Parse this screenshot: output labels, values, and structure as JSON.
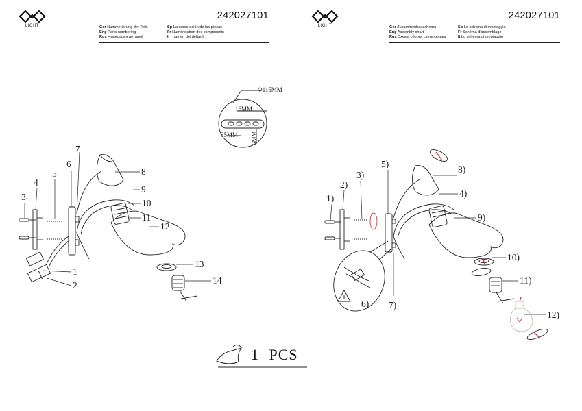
{
  "left_header": {
    "logo_text": "LIGHT",
    "code": "242027101",
    "lines": [
      {
        "c1_lang": "Ger",
        "c1_text": "Nummerierung der Teile",
        "c2_lang": "Sp",
        "c2_text": "La numeración de las piezas"
      },
      {
        "c1_lang": "Eng",
        "c1_text": "Parts numbering",
        "c2_lang": "Fr",
        "c2_text": "Numérotation des composants"
      },
      {
        "c1_lang": "Rus",
        "c1_text": "Нумерация деталей",
        "c2_lang": "It",
        "c2_text": "I numeri dei dettagli"
      }
    ]
  },
  "right_header": {
    "logo_text": "LIGHT",
    "code": "242027101",
    "lines": [
      {
        "c1_lang": "Ger",
        "c1_text": "Zusammenbauschema",
        "c2_lang": "Sp",
        "c2_text": "Lo schema di montaggio"
      },
      {
        "c1_lang": "Eng",
        "c1_text": "Assembly chart",
        "c2_lang": "Fr",
        "c2_text": "Schéma d'assemblage"
      },
      {
        "c1_lang": "Rus",
        "c1_text": "Схема сборки светильника",
        "c2_lang": "It",
        "c2_text": "Lo schema di montaggio"
      }
    ]
  },
  "dimensions": {
    "diameter": "Φ115MM",
    "slot_spacing": "16MM",
    "slot_width": "35MM",
    "slot_height": "6MM"
  },
  "left_labels": [
    "1",
    "2",
    "3",
    "4",
    "5",
    "6",
    "7",
    "8",
    "9",
    "10",
    "11",
    "12",
    "13",
    "14"
  ],
  "right_labels": [
    "1)",
    "2)",
    "3)",
    "4)",
    "5)",
    "6)",
    "7)",
    "8)",
    "9)",
    "10)",
    "11)",
    "12)"
  ],
  "quantity": {
    "count": "1",
    "unit": "PCS"
  }
}
